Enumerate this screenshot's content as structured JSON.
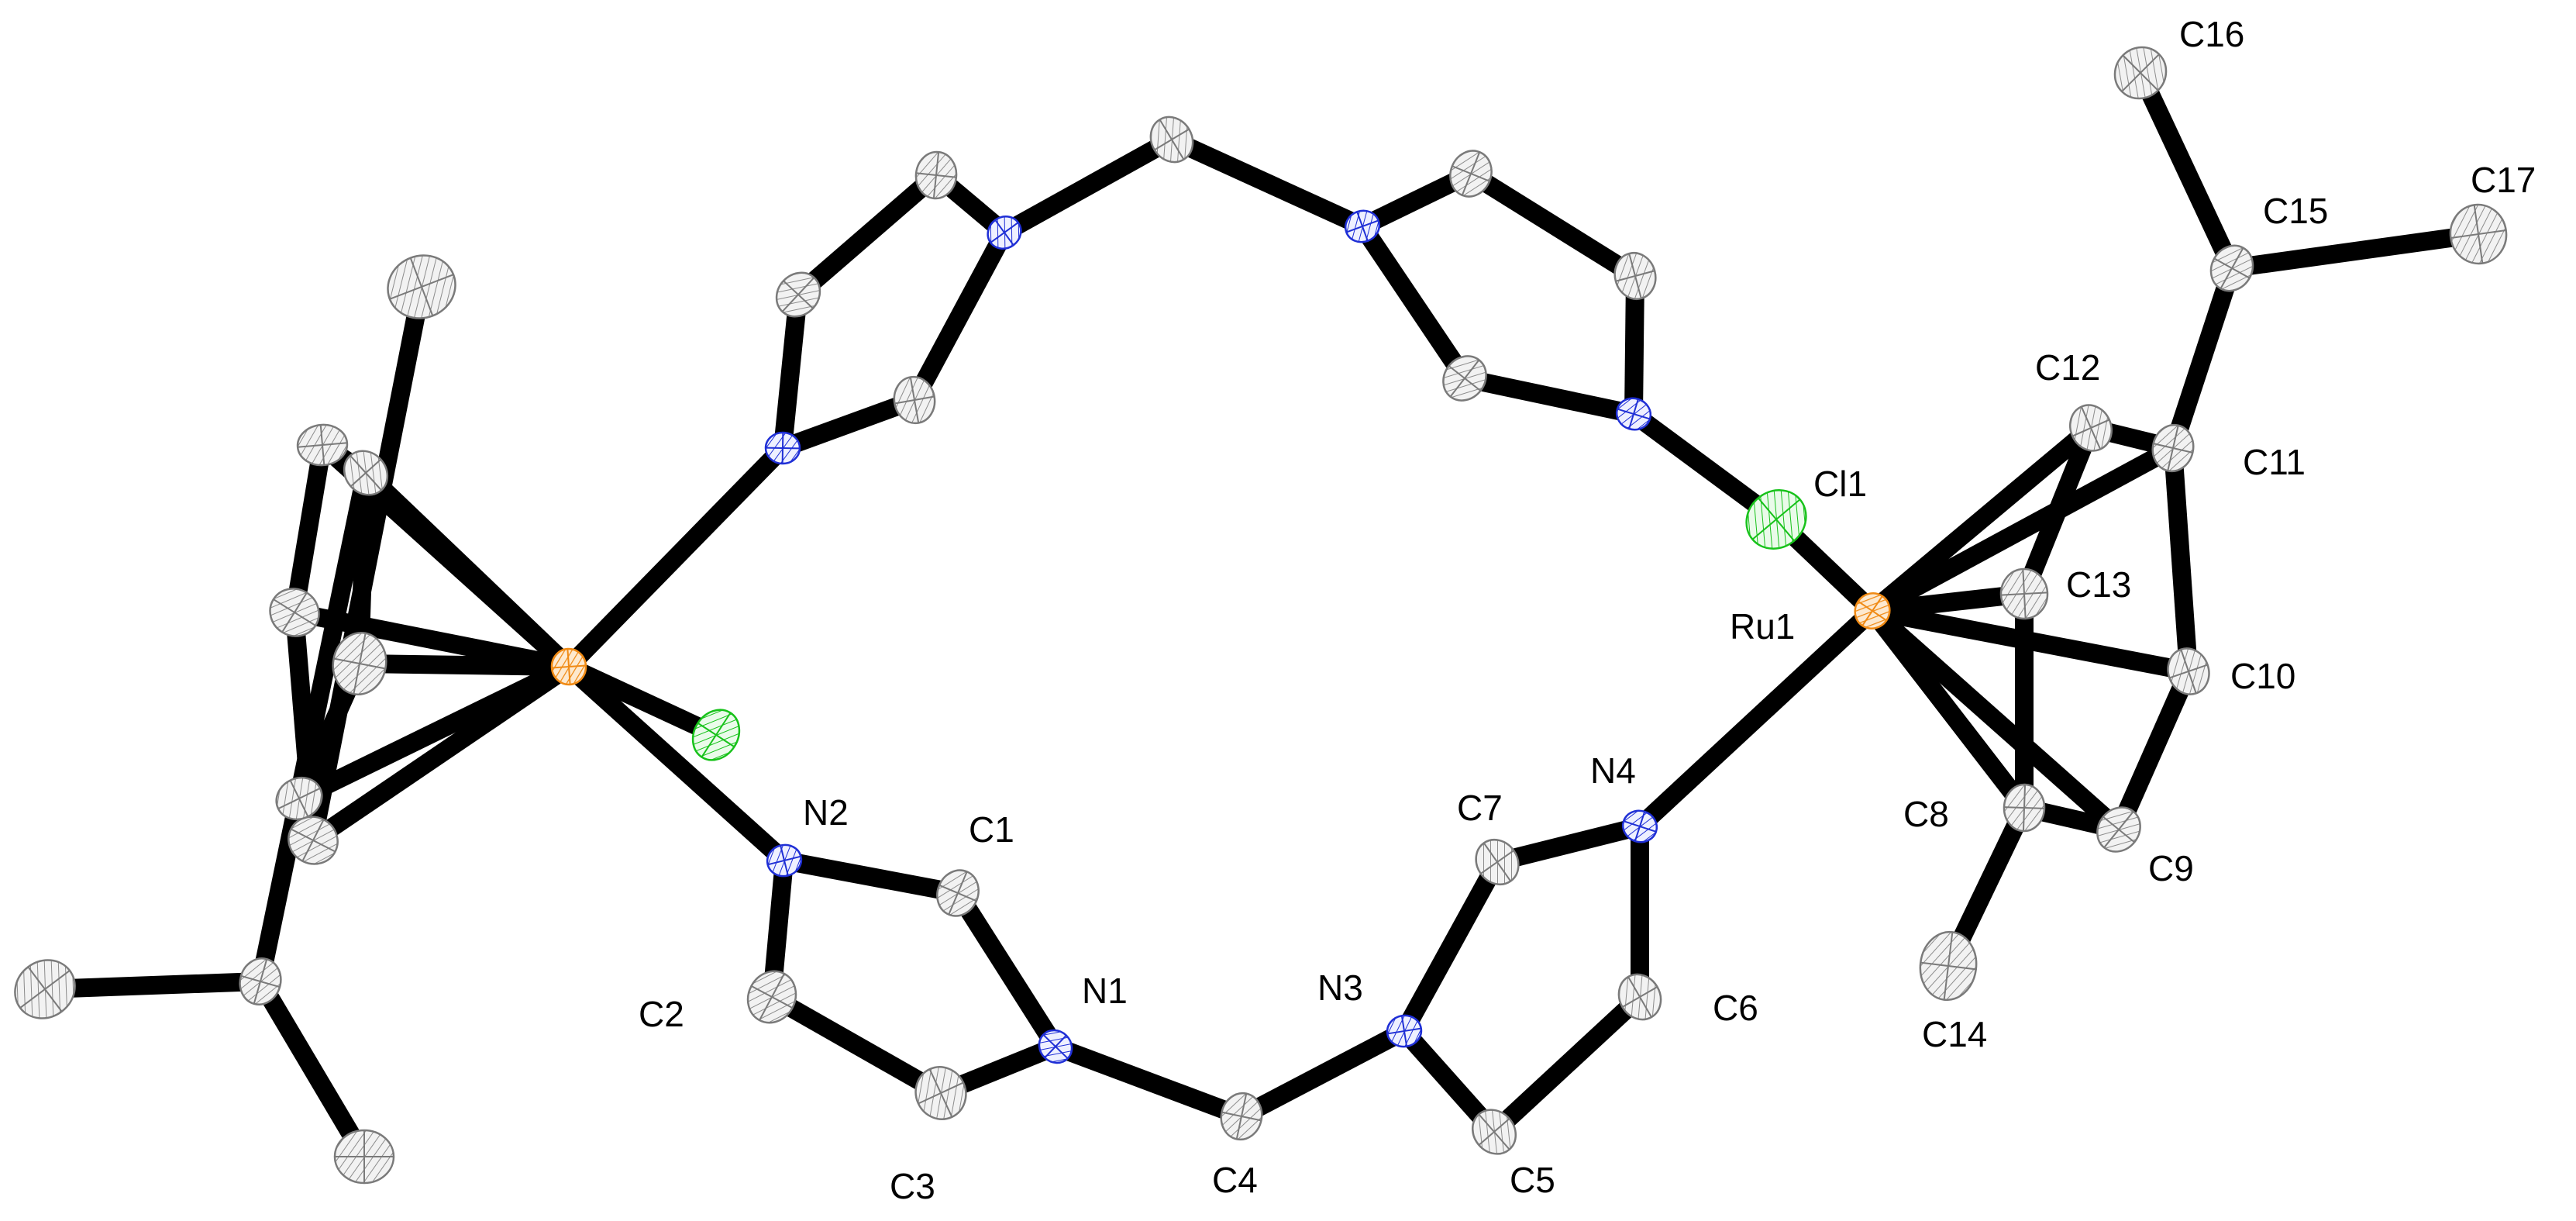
{
  "colors": {
    "background": "#ffffff",
    "bond": "#000000",
    "carbon_fill": "#f2f2f2",
    "carbon_stroke": "#7a7a7a",
    "nitrogen_stroke": "#1f2fd6",
    "chlorine_stroke": "#17c21a",
    "ruthenium_stroke": "#f08a14",
    "label": "#000000"
  },
  "atoms": [
    {
      "id": "C16",
      "label": "C16",
      "element": "C"
    },
    {
      "id": "C17",
      "label": "C17",
      "element": "C"
    },
    {
      "id": "C15",
      "label": "C15",
      "element": "C"
    },
    {
      "id": "C12",
      "label": "C12",
      "element": "C"
    },
    {
      "id": "C11",
      "label": "C11",
      "element": "C"
    },
    {
      "id": "Cl1",
      "label": "Cl1",
      "element": "Cl"
    },
    {
      "id": "C13",
      "label": "C13",
      "element": "C"
    },
    {
      "id": "Ru1",
      "label": "Ru1",
      "element": "Ru"
    },
    {
      "id": "C10",
      "label": "C10",
      "element": "C"
    },
    {
      "id": "N4",
      "label": "N4",
      "element": "N"
    },
    {
      "id": "C7",
      "label": "C7",
      "element": "C"
    },
    {
      "id": "C8",
      "label": "C8",
      "element": "C"
    },
    {
      "id": "C9",
      "label": "C9",
      "element": "C"
    },
    {
      "id": "N2",
      "label": "N2",
      "element": "N"
    },
    {
      "id": "C1",
      "label": "C1",
      "element": "C"
    },
    {
      "id": "C6",
      "label": "C6",
      "element": "C"
    },
    {
      "id": "C14",
      "label": "C14",
      "element": "C"
    },
    {
      "id": "N1",
      "label": "N1",
      "element": "N"
    },
    {
      "id": "N3",
      "label": "N3",
      "element": "N"
    },
    {
      "id": "C2",
      "label": "C2",
      "element": "C"
    },
    {
      "id": "C3",
      "label": "C3",
      "element": "C"
    },
    {
      "id": "C4",
      "label": "C4",
      "element": "C"
    },
    {
      "id": "C5",
      "label": "C5",
      "element": "C"
    },
    {
      "id": "Ru1b",
      "label": "",
      "element": "Ru"
    },
    {
      "id": "Cl1b",
      "label": "",
      "element": "Cl"
    },
    {
      "id": "N1b",
      "label": "",
      "element": "N"
    },
    {
      "id": "N2b",
      "label": "",
      "element": "N"
    },
    {
      "id": "N3b",
      "label": "",
      "element": "N"
    },
    {
      "id": "N4b",
      "label": "",
      "element": "N"
    },
    {
      "id": "C1b",
      "label": "",
      "element": "C"
    },
    {
      "id": "C2b",
      "label": "",
      "element": "C"
    },
    {
      "id": "C3b",
      "label": "",
      "element": "C"
    },
    {
      "id": "C4b",
      "label": "",
      "element": "C"
    },
    {
      "id": "C5b",
      "label": "",
      "element": "C"
    },
    {
      "id": "C6b",
      "label": "",
      "element": "C"
    },
    {
      "id": "C7b",
      "label": "",
      "element": "C"
    },
    {
      "id": "C8b",
      "label": "",
      "element": "C"
    },
    {
      "id": "C9b",
      "label": "",
      "element": "C"
    },
    {
      "id": "C10b",
      "label": "",
      "element": "C"
    },
    {
      "id": "C11b",
      "label": "",
      "element": "C"
    },
    {
      "id": "C12b",
      "label": "",
      "element": "C"
    },
    {
      "id": "C13b",
      "label": "",
      "element": "C"
    },
    {
      "id": "C14b",
      "label": "",
      "element": "C"
    },
    {
      "id": "C15b",
      "label": "",
      "element": "C"
    },
    {
      "id": "C16b",
      "label": "",
      "element": "C"
    },
    {
      "id": "C17b",
      "label": "",
      "element": "C"
    }
  ],
  "bonds": [
    [
      "C16",
      "C15"
    ],
    [
      "C15",
      "C17"
    ],
    [
      "C15",
      "C11"
    ],
    [
      "C11",
      "C12"
    ],
    [
      "C11",
      "C10"
    ],
    [
      "C10",
      "C9"
    ],
    [
      "C9",
      "C8"
    ],
    [
      "C8",
      "C13"
    ],
    [
      "C13",
      "C12"
    ],
    [
      "C8",
      "C14"
    ],
    [
      "Ru1",
      "C11"
    ],
    [
      "Ru1",
      "C12"
    ],
    [
      "Ru1",
      "C13"
    ],
    [
      "Ru1",
      "C10"
    ],
    [
      "Ru1",
      "C8"
    ],
    [
      "Ru1",
      "C9"
    ],
    [
      "Ru1",
      "Cl1"
    ],
    [
      "Ru1",
      "N4"
    ],
    [
      "N4",
      "C7"
    ],
    [
      "C7",
      "N3"
    ],
    [
      "N3",
      "C5"
    ],
    [
      "C5",
      "C6"
    ],
    [
      "C6",
      "N4"
    ],
    [
      "N3",
      "C4"
    ],
    [
      "C4",
      "N1"
    ],
    [
      "N1",
      "C1"
    ],
    [
      "C1",
      "N2"
    ],
    [
      "N2",
      "C2"
    ],
    [
      "C2",
      "C3"
    ],
    [
      "C3",
      "N1"
    ],
    [
      "Ru1b",
      "N2"
    ],
    [
      "Ru1b",
      "Cl1b"
    ],
    [
      "Ru1b",
      "N4b"
    ],
    [
      "Cl1",
      "N2b"
    ],
    [
      "N2b",
      "C1b"
    ],
    [
      "C1b",
      "N1b"
    ],
    [
      "N1b",
      "C3b"
    ],
    [
      "C3b",
      "C2b"
    ],
    [
      "C2b",
      "N2b"
    ],
    [
      "N1b",
      "C4b"
    ],
    [
      "C4b",
      "N3b"
    ],
    [
      "N3b",
      "C7b"
    ],
    [
      "C7b",
      "N4b"
    ],
    [
      "N4b",
      "C6b"
    ],
    [
      "C6b",
      "C5b"
    ],
    [
      "C5b",
      "N3b"
    ],
    [
      "Ru1b",
      "C8b"
    ],
    [
      "Ru1b",
      "C9b"
    ],
    [
      "Ru1b",
      "C10b"
    ],
    [
      "Ru1b",
      "C11b"
    ],
    [
      "Ru1b",
      "C12b"
    ],
    [
      "Ru1b",
      "C13b"
    ],
    [
      "C8b",
      "C9b"
    ],
    [
      "C9b",
      "C10b"
    ],
    [
      "C10b",
      "C11b"
    ],
    [
      "C11b",
      "C12b"
    ],
    [
      "C12b",
      "C13b"
    ],
    [
      "C13b",
      "C8b"
    ],
    [
      "C8b",
      "C14b"
    ],
    [
      "C11b",
      "C15b"
    ],
    [
      "C15b",
      "C16b"
    ],
    [
      "C15b",
      "C17b"
    ]
  ]
}
